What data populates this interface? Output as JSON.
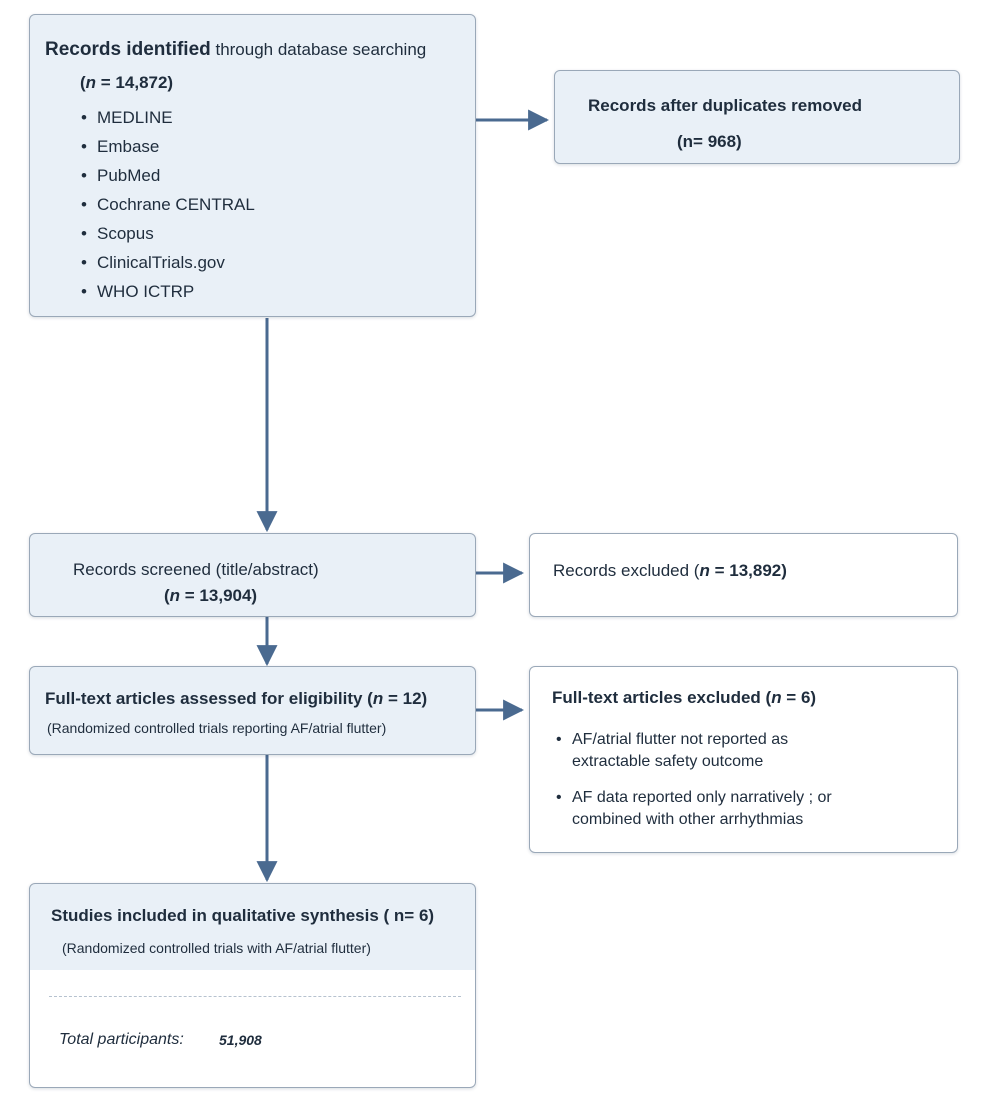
{
  "identified": {
    "title_bold": "Records identified",
    "title_rest": " through database searching",
    "n_prefix": "(",
    "n_var": "n",
    "n_rest": " = 14,872)",
    "sources": [
      "MEDLINE",
      "Embase",
      "PubMed",
      "Cochrane CENTRAL",
      "Scopus",
      "ClinicalTrials.gov",
      "WHO ICTRP"
    ]
  },
  "duplicates": {
    "title": "Records after duplicates removed",
    "n": "(n= 968)"
  },
  "screened": {
    "title": "Records screened (title/abstract)",
    "n_prefix": "(",
    "n_var": "n",
    "n_rest": " = 13,904)"
  },
  "excluded": {
    "title": "Records excluded (",
    "n_var": "n",
    "n_rest": " = 13,892)"
  },
  "fulltext": {
    "title": "Full-text articles assessed for eligibility (",
    "n_var": "n",
    "n_rest": " = 12)",
    "subtitle": "(Randomized controlled trials reporting AF/atrial flutter)"
  },
  "ft_excluded": {
    "title": "Full-text articles excluded (",
    "n_var": "n",
    "n_rest": " = 6)",
    "reasons": [
      {
        "line1": "AF/atrial flutter not reported as",
        "line2": "extractable safety outcome"
      },
      {
        "line1": "AF data reported only narratively ; or",
        "line2": "combined with other arrhythmias"
      }
    ]
  },
  "included": {
    "title": "Studies included in qualitative synthesis ( n= 6)",
    "subtitle": "(Randomized controlled trials with AF/atrial flutter)",
    "total_label": "Total participants:",
    "total_value": "51,908"
  },
  "colors": {
    "box_fill": "#e9f0f7",
    "border": "#9aa8b8",
    "arrow": "#4a6a90",
    "text": "#1f2d3d"
  }
}
